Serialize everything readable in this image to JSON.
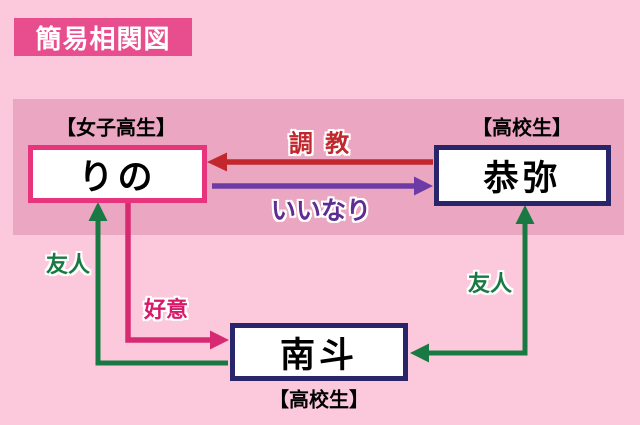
{
  "title": "簡易相関図",
  "nodes": {
    "rino": {
      "name": "りの",
      "tag": "【女子高生】",
      "border_color": "#e8337d"
    },
    "kyouya": {
      "name": "恭弥",
      "tag": "【高校生】",
      "border_color": "#29256a"
    },
    "nanto": {
      "name": "南斗",
      "tag": "【高校生】",
      "border_color": "#29256a"
    }
  },
  "edges": {
    "choukyou": {
      "label": "調 教",
      "from": "kyouya",
      "to": "rino",
      "direction": "left",
      "color": "#c1272d"
    },
    "iinari": {
      "label": "いいなり",
      "from": "rino",
      "to": "kyouya",
      "direction": "right",
      "color": "#6c3ba5"
    },
    "yuujin_left": {
      "label": "友人",
      "from": "nanto",
      "to": "rino",
      "direction": "up",
      "color": "#187a42"
    },
    "koui": {
      "label": "好意",
      "from": "rino",
      "to": "nanto",
      "direction": "right",
      "color": "#d82a72"
    },
    "yuujin_right": {
      "label": "友人",
      "from": "nanto",
      "to": "kyouya",
      "direction": "both",
      "color": "#187a42"
    }
  },
  "colors": {
    "background": "#fbc9db",
    "band": "#eba7c1",
    "title_bg": "#e84d8d",
    "title_text": "#ffffff",
    "box_bg": "#ffffff",
    "rino_border": "#e8337d",
    "navy_border": "#29256a",
    "red_arrow": "#c1272d",
    "purple_arrow": "#6c3ba5",
    "green_arrow": "#187a42",
    "crimson_arrow": "#d82a72"
  }
}
